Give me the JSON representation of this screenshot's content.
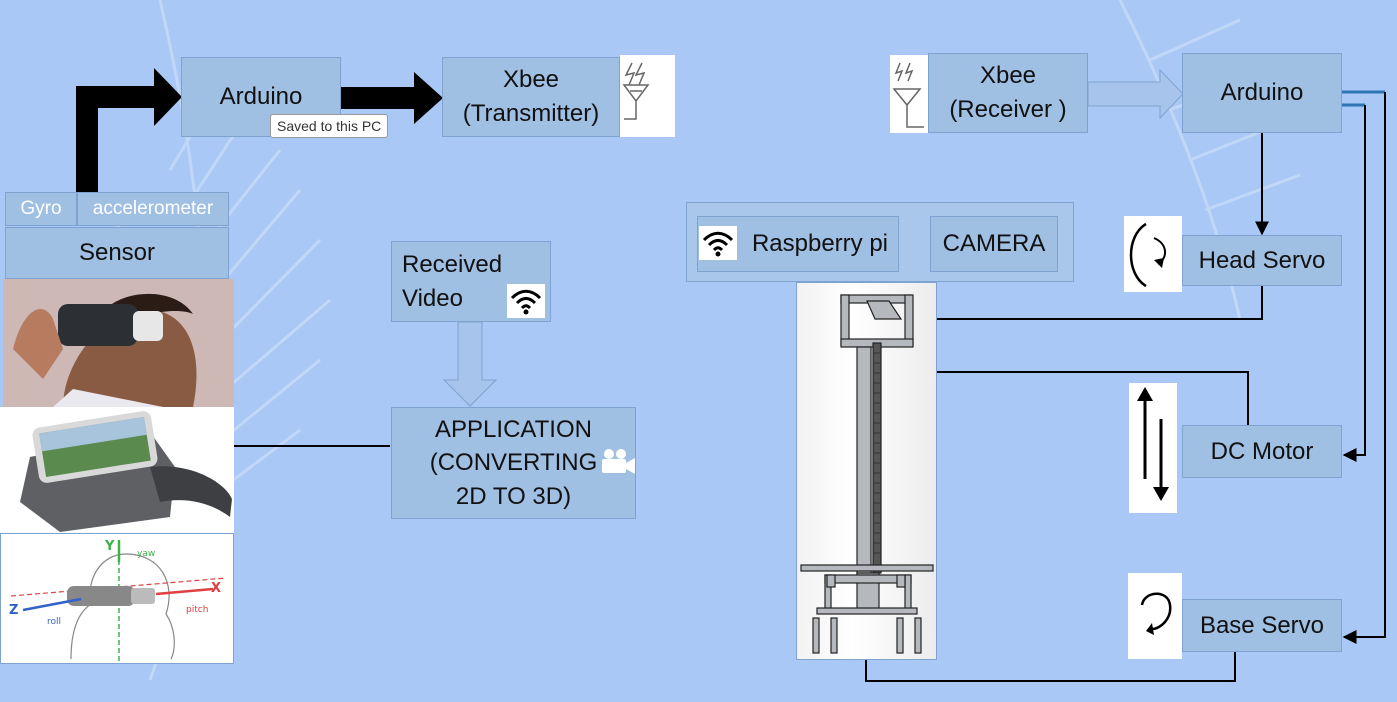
{
  "colors": {
    "background": "#a9c8f5",
    "box_fill": "#9fbfe3",
    "box_border": "#7fa3d0",
    "signal_line": "#2e75b6"
  },
  "left": {
    "arduino": "Arduino",
    "xbee_tx": [
      "Xbee",
      "(Transmitter)"
    ],
    "tooltip": "Saved to this PC",
    "gyro": "Gyro",
    "accelerometer": "accelerometer",
    "sensor": "Sensor",
    "received_video": [
      "Received",
      "Video"
    ],
    "application": [
      "APPLICATION",
      "(CONVERTING",
      "2D TO 3D)"
    ]
  },
  "right": {
    "xbee_rx": [
      "Xbee",
      "(Receiver )"
    ],
    "arduino": "Arduino",
    "raspberry_pi": "Raspberry pi",
    "camera": "CAMERA",
    "head_servo": "Head Servo",
    "dc_motor": "DC Motor",
    "base_servo": "Base Servo"
  },
  "icons": [
    "antenna-icon",
    "wifi-icon",
    "video-camera-icon",
    "rotate-cw-icon",
    "up-down-arrows-icon",
    "rotate-ccw-icon"
  ],
  "images": [
    "vr-headset-user-photo",
    "vr-viewer-phone-photo",
    "head-axes-diagram",
    "camera-mount-cad-drawing"
  ]
}
